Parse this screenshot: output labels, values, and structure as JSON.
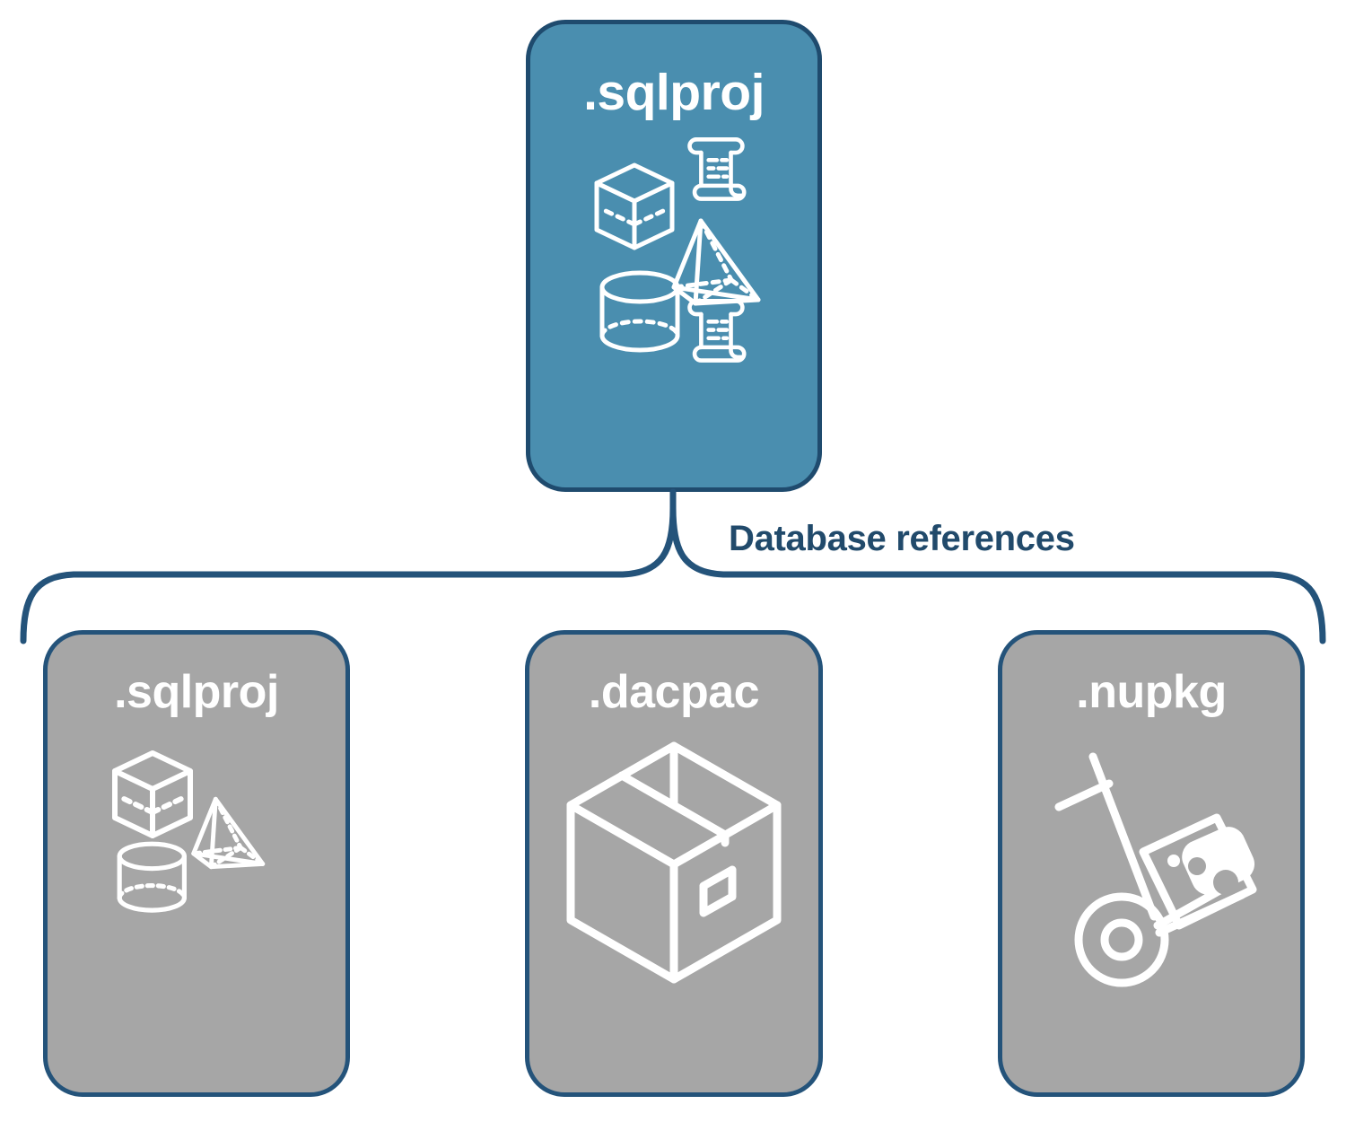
{
  "diagram": {
    "title_text": "Database references",
    "colors": {
      "accent_fill": "#4A8EAF",
      "accent_border": "#1F4B6E",
      "reference_fill": "#A6A6A6",
      "reference_border": "#24537A",
      "label_text": "#214A6B",
      "icon_stroke": "#FFFFFF",
      "background": "#FFFFFF"
    },
    "root": {
      "label": ".sqlproj",
      "icons": [
        "cube-wireframe-icon",
        "pyramid-wireframe-icon",
        "cylinder-wireframe-icon",
        "script-scroll-icon",
        "script-scroll-icon"
      ]
    },
    "connector": {
      "type": "curly-brace",
      "label": "Database references"
    },
    "references": [
      {
        "label": ".sqlproj",
        "icons": [
          "cube-wireframe-icon",
          "pyramid-wireframe-icon",
          "cylinder-wireframe-icon"
        ]
      },
      {
        "label": ".dacpac",
        "icons": [
          "package-box-icon"
        ]
      },
      {
        "label": ".nupkg",
        "icons": [
          "hand-truck-package-icon"
        ]
      }
    ]
  }
}
